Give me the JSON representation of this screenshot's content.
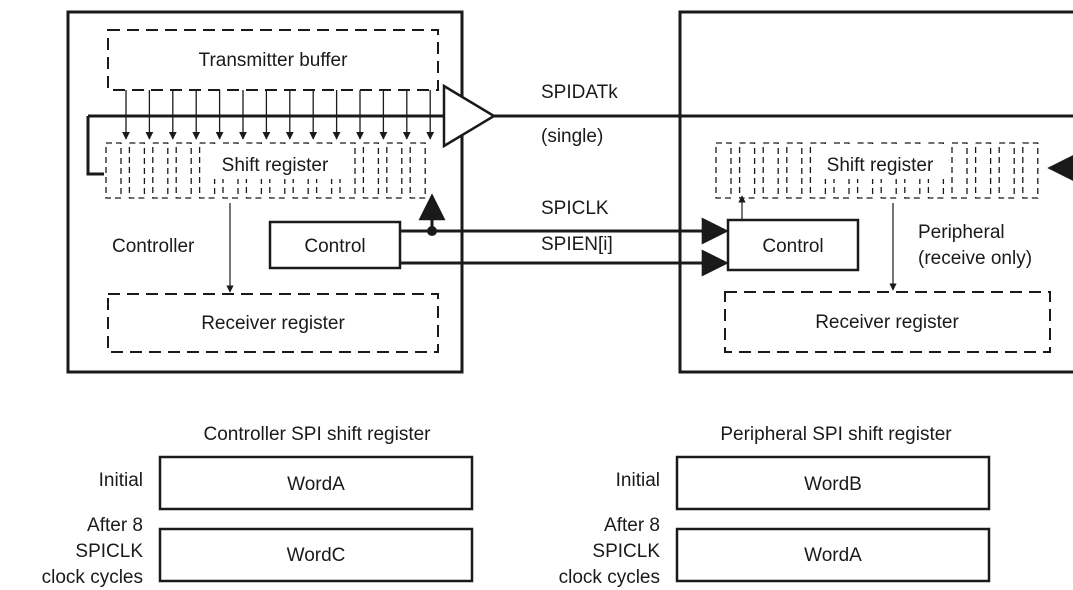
{
  "controller": {
    "transmitter_buffer": "Transmitter buffer",
    "shift_register": "Shift register",
    "label": "Controller",
    "control": "Control",
    "receiver_register": "Receiver register"
  },
  "peripheral": {
    "shift_register": "Shift register",
    "control": "Control",
    "label_line1": "Peripheral",
    "label_line2": "(receive only)",
    "receiver_register": "Receiver register"
  },
  "signals": {
    "data": "SPIDATk",
    "data_mode": "(single)",
    "clock": "SPICLK",
    "enable": "SPIEN[i]"
  },
  "tables": {
    "controller_title": "Controller SPI shift register",
    "peripheral_title": "Peripheral SPI shift register",
    "initial_label": "Initial",
    "after_line1": "After 8",
    "after_line2": "SPICLK",
    "after_line3": "clock cycles",
    "controller_initial": "WordA",
    "controller_after": "WordC",
    "peripheral_initial": "WordB",
    "peripheral_after": "WordA"
  },
  "colors": {
    "stroke": "#1a1a1a",
    "background": "#ffffff"
  }
}
